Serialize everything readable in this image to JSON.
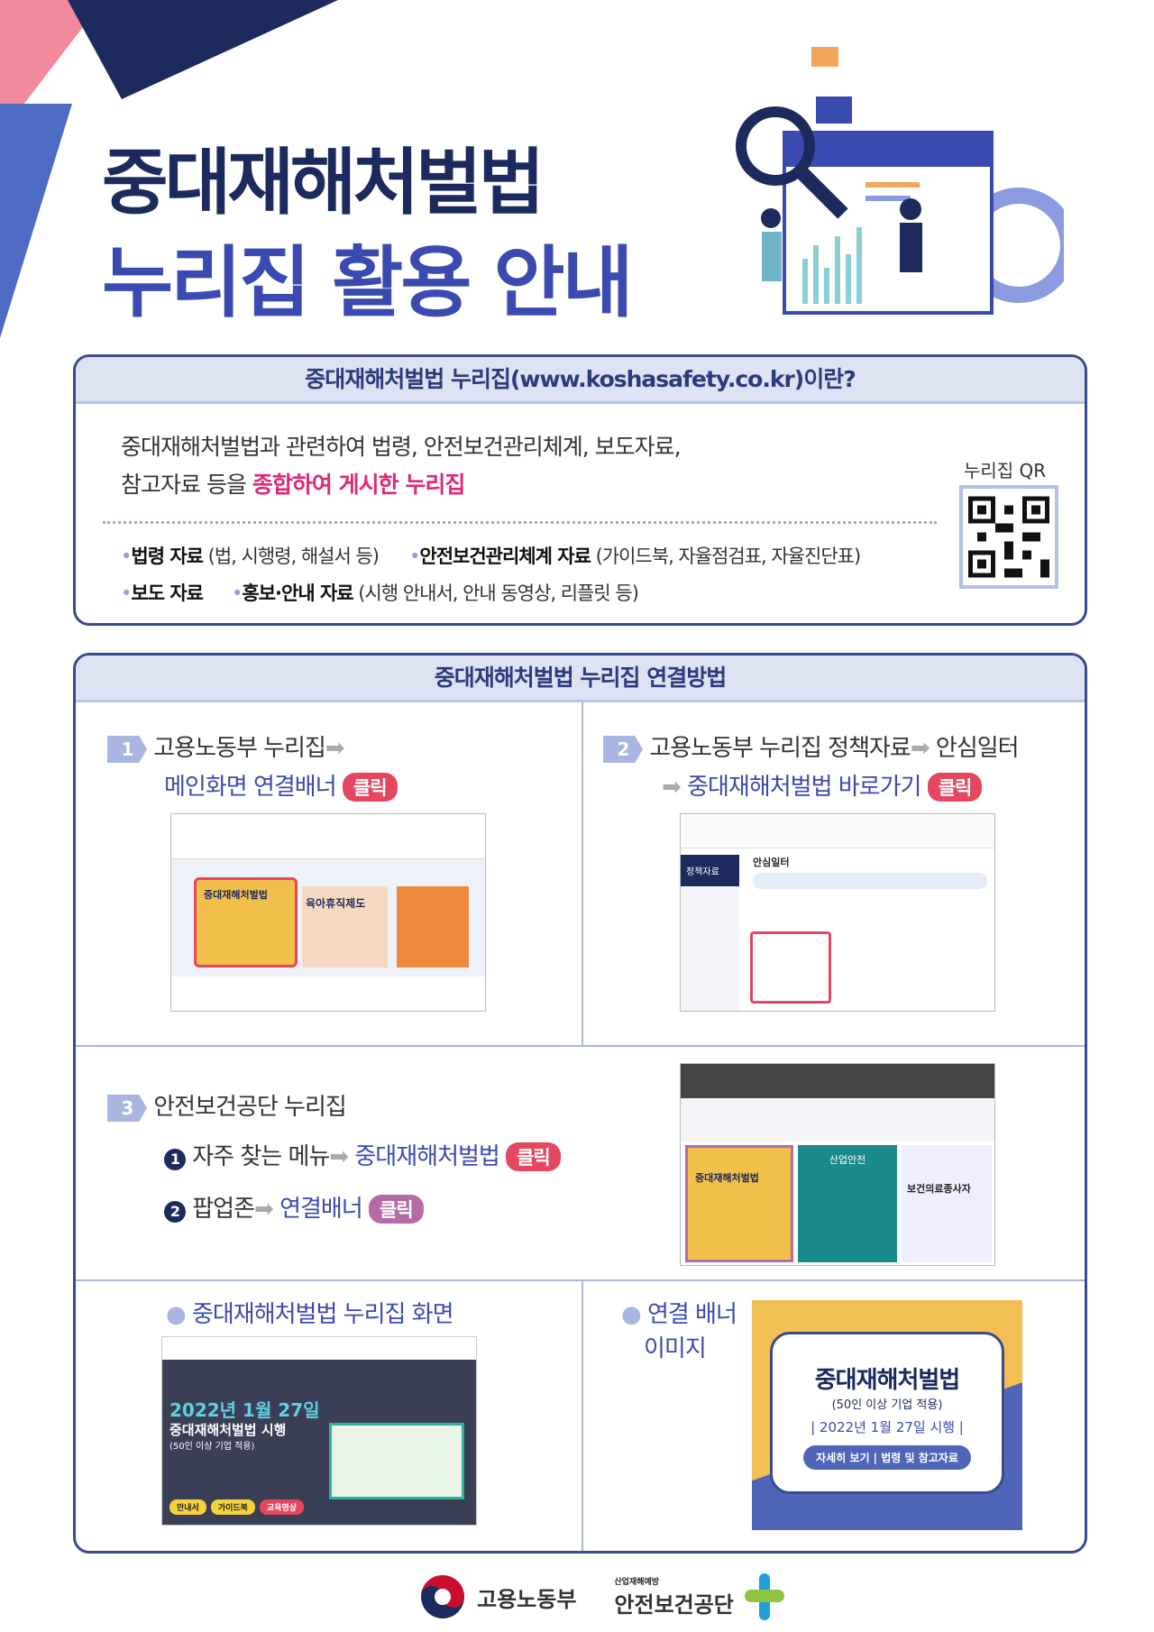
{
  "title": {
    "line1": "중대재해처벌법",
    "line2": "누리집 활용 안내"
  },
  "about": {
    "header": "중대재해처벌법 누리집(www.koshasafety.co.kr)이란?",
    "desc_line1": "중대재해처벌법과 관련하여 법령, 안전보건관리체계, 보도자료,",
    "desc_line2_plain": "참고자료 등을",
    "desc_line2_highlight": "종합하여 게시한 누리집",
    "qr_label": "누리집 QR",
    "items": [
      {
        "bold": "법령 자료",
        "detail": "(법, 시행령, 해설서 등)"
      },
      {
        "bold": "안전보건관리체계 자료",
        "detail": "(가이드북, 자율점검표, 자율진단표)"
      },
      {
        "bold": "보도 자료",
        "detail": ""
      },
      {
        "bold": "홍보·안내 자료",
        "detail": "(시행 안내서, 안내 동영상, 리플릿 등)"
      }
    ]
  },
  "connect": {
    "header": "중대재해처벌법 누리집 연결방법",
    "step1": {
      "num": "1",
      "line1": "고용노동부 누리집",
      "line2": "메인화면 연결배너",
      "click": "클릭"
    },
    "step2": {
      "num": "2",
      "line1a": "고용노동부 누리집 정책자료",
      "line1b": "안심일터",
      "line2": "중대재해처벌법 바로가기",
      "click": "클릭"
    },
    "step3": {
      "num": "3",
      "title": "안전보건공단 누리집",
      "sub1": {
        "n": "1",
        "a": "자주 찾는 메뉴",
        "b": "중대재해처벌법",
        "click": "클릭"
      },
      "sub2": {
        "n": "2",
        "a": "팝업존",
        "b": "연결배너",
        "click": "클릭"
      }
    },
    "screen_label": "중대재해처벌법 누리집 화면",
    "banner_label_1": "연결 배너",
    "banner_label_2": "이미지",
    "screen": {
      "date": "2022년 1월 27일",
      "title": "중대재해처벌법 시행",
      "sub": "(50인 이상 기업 적용)",
      "btns": [
        "안내서",
        "가이드북",
        "교육영상"
      ]
    },
    "banner": {
      "title": "중대재해처벌법",
      "sub": "(50인 이상 기업 적용)",
      "date": "| 2022년 1월 27일 시행 |",
      "btn": "자세히 보기 | 법령 및 참고자료"
    },
    "mock1": {
      "banner": "중대재해처벌법",
      "second": "육아휴직제도"
    },
    "mock2": {
      "heading": "안심일터",
      "side": "정책자료"
    },
    "mock3": {
      "card1": "중대재해처벌법",
      "card2": "산업안전",
      "card3": "보건의료종사자"
    }
  },
  "footer": {
    "moel": "고용노동부",
    "kosha_small": "산업재해예방",
    "kosha": "안전보건공단"
  },
  "colors": {
    "navy": "#1c2a5e",
    "blue": "#3b4ab0",
    "pink": "#e0287a",
    "click_red": "#e4475f",
    "click_purple": "#b46ca8",
    "header_bg": "#dde3f3"
  }
}
